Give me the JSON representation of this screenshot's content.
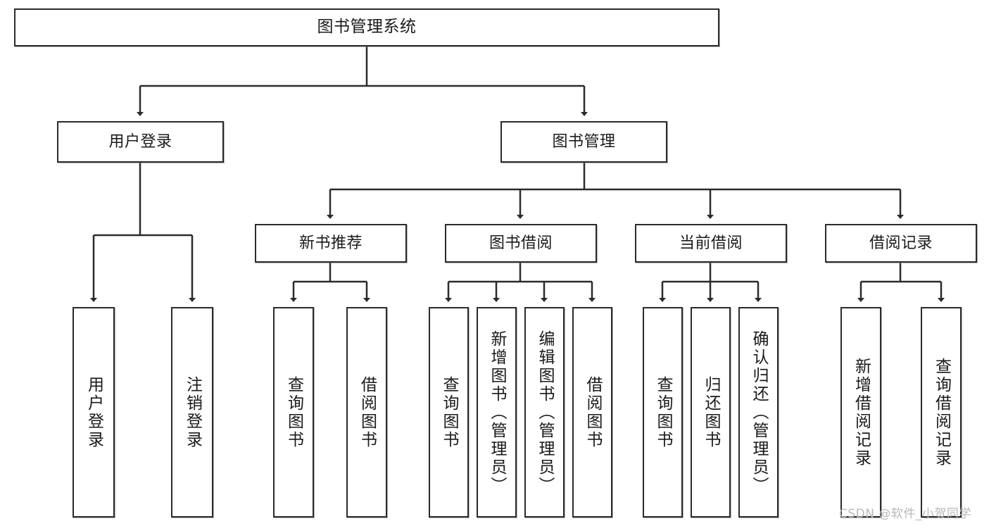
{
  "diagram": {
    "title": "图书管理系统",
    "type": "hierarchy-tree",
    "watermark": "CSDN @软件_小贺同学",
    "colors": {
      "border": "#2b2b2b",
      "background": "#ffffff",
      "text": "#1a1a1a",
      "connector": "#2b2b2b",
      "watermark": "#b9b9b9"
    },
    "nodes": {
      "root": {
        "label": "图书管理系统"
      },
      "level2": [
        {
          "label": "用户登录"
        },
        {
          "label": "图书管理"
        }
      ],
      "level3": [
        {
          "label": "新书推荐"
        },
        {
          "label": "图书借阅"
        },
        {
          "label": "当前借阅"
        },
        {
          "label": "借阅记录"
        }
      ],
      "leaves_user_login": [
        {
          "label": "用户登录"
        },
        {
          "label": "注销登录"
        }
      ],
      "leaves_new_book": [
        {
          "label": "查询图书"
        },
        {
          "label": "借阅图书"
        }
      ],
      "leaves_borrow": [
        {
          "label": "查询图书"
        },
        {
          "label": "新增图书（管理员）"
        },
        {
          "label": "编辑图书（管理员）"
        },
        {
          "label": "借阅图书"
        }
      ],
      "leaves_current": [
        {
          "label": "查询图书"
        },
        {
          "label": "归还图书"
        },
        {
          "label": "确认归还（管理员）"
        }
      ],
      "leaves_record": [
        {
          "label": "新增借阅记录"
        },
        {
          "label": "查询借阅记录"
        }
      ]
    }
  }
}
